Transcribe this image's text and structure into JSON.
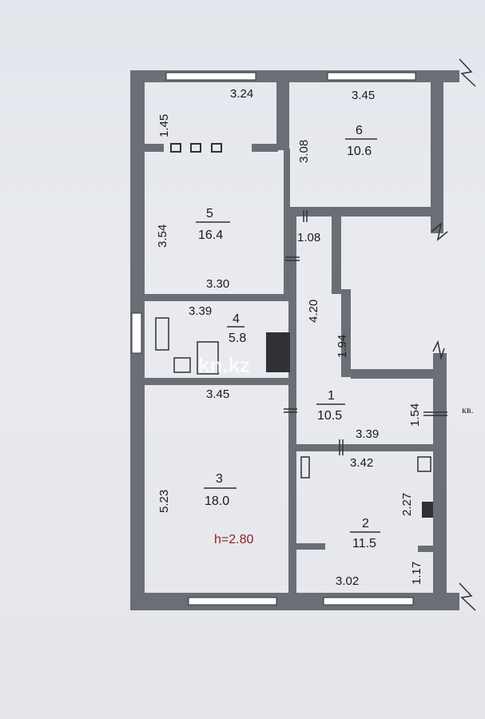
{
  "plan": {
    "height_label": "h=2.80",
    "apartment_label": "кв.",
    "watermark": "kn.kz",
    "rooms": [
      {
        "number": "1",
        "area": "10.5"
      },
      {
        "number": "2",
        "area": "11.5"
      },
      {
        "number": "3",
        "area": "18.0"
      },
      {
        "number": "4",
        "area": "5.8"
      },
      {
        "number": "5",
        "area": "16.4"
      },
      {
        "number": "6",
        "area": "10.6"
      }
    ],
    "dimensions": {
      "r5_top": "3.24",
      "r5_left_upper": "1.45",
      "r5_left": "3.54",
      "r5_bottom": "3.30",
      "r6_top": "3.45",
      "r6_left": "3.08",
      "corridor_top": "1.08",
      "corridor_left": "4.20",
      "corridor_right": "1.94",
      "r4_top": "3.39",
      "r3_top": "3.45",
      "r3_left": "5.23",
      "r1_right": "1.54",
      "r1_bottom": "3.39",
      "r2_top": "3.42",
      "r2_right_upper": "2.27",
      "r2_right_lower": "1.17",
      "r2_bottom": "3.02"
    }
  }
}
